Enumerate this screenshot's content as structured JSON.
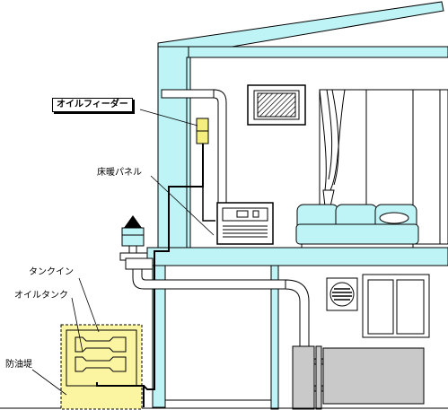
{
  "labels": {
    "oil_feeder": "オイルフィーダー",
    "floor_heating_panel": "床暖パネル",
    "tank_in": "タンクイン",
    "oil_tank": "オイルタンク",
    "oil_dike": "防油堤"
  },
  "colors": {
    "building": "#bff4f7",
    "tank": "#fbf5a2",
    "feeder": "#f3ee7e",
    "boiler": "#c9c9c9",
    "outline": "#000000"
  }
}
